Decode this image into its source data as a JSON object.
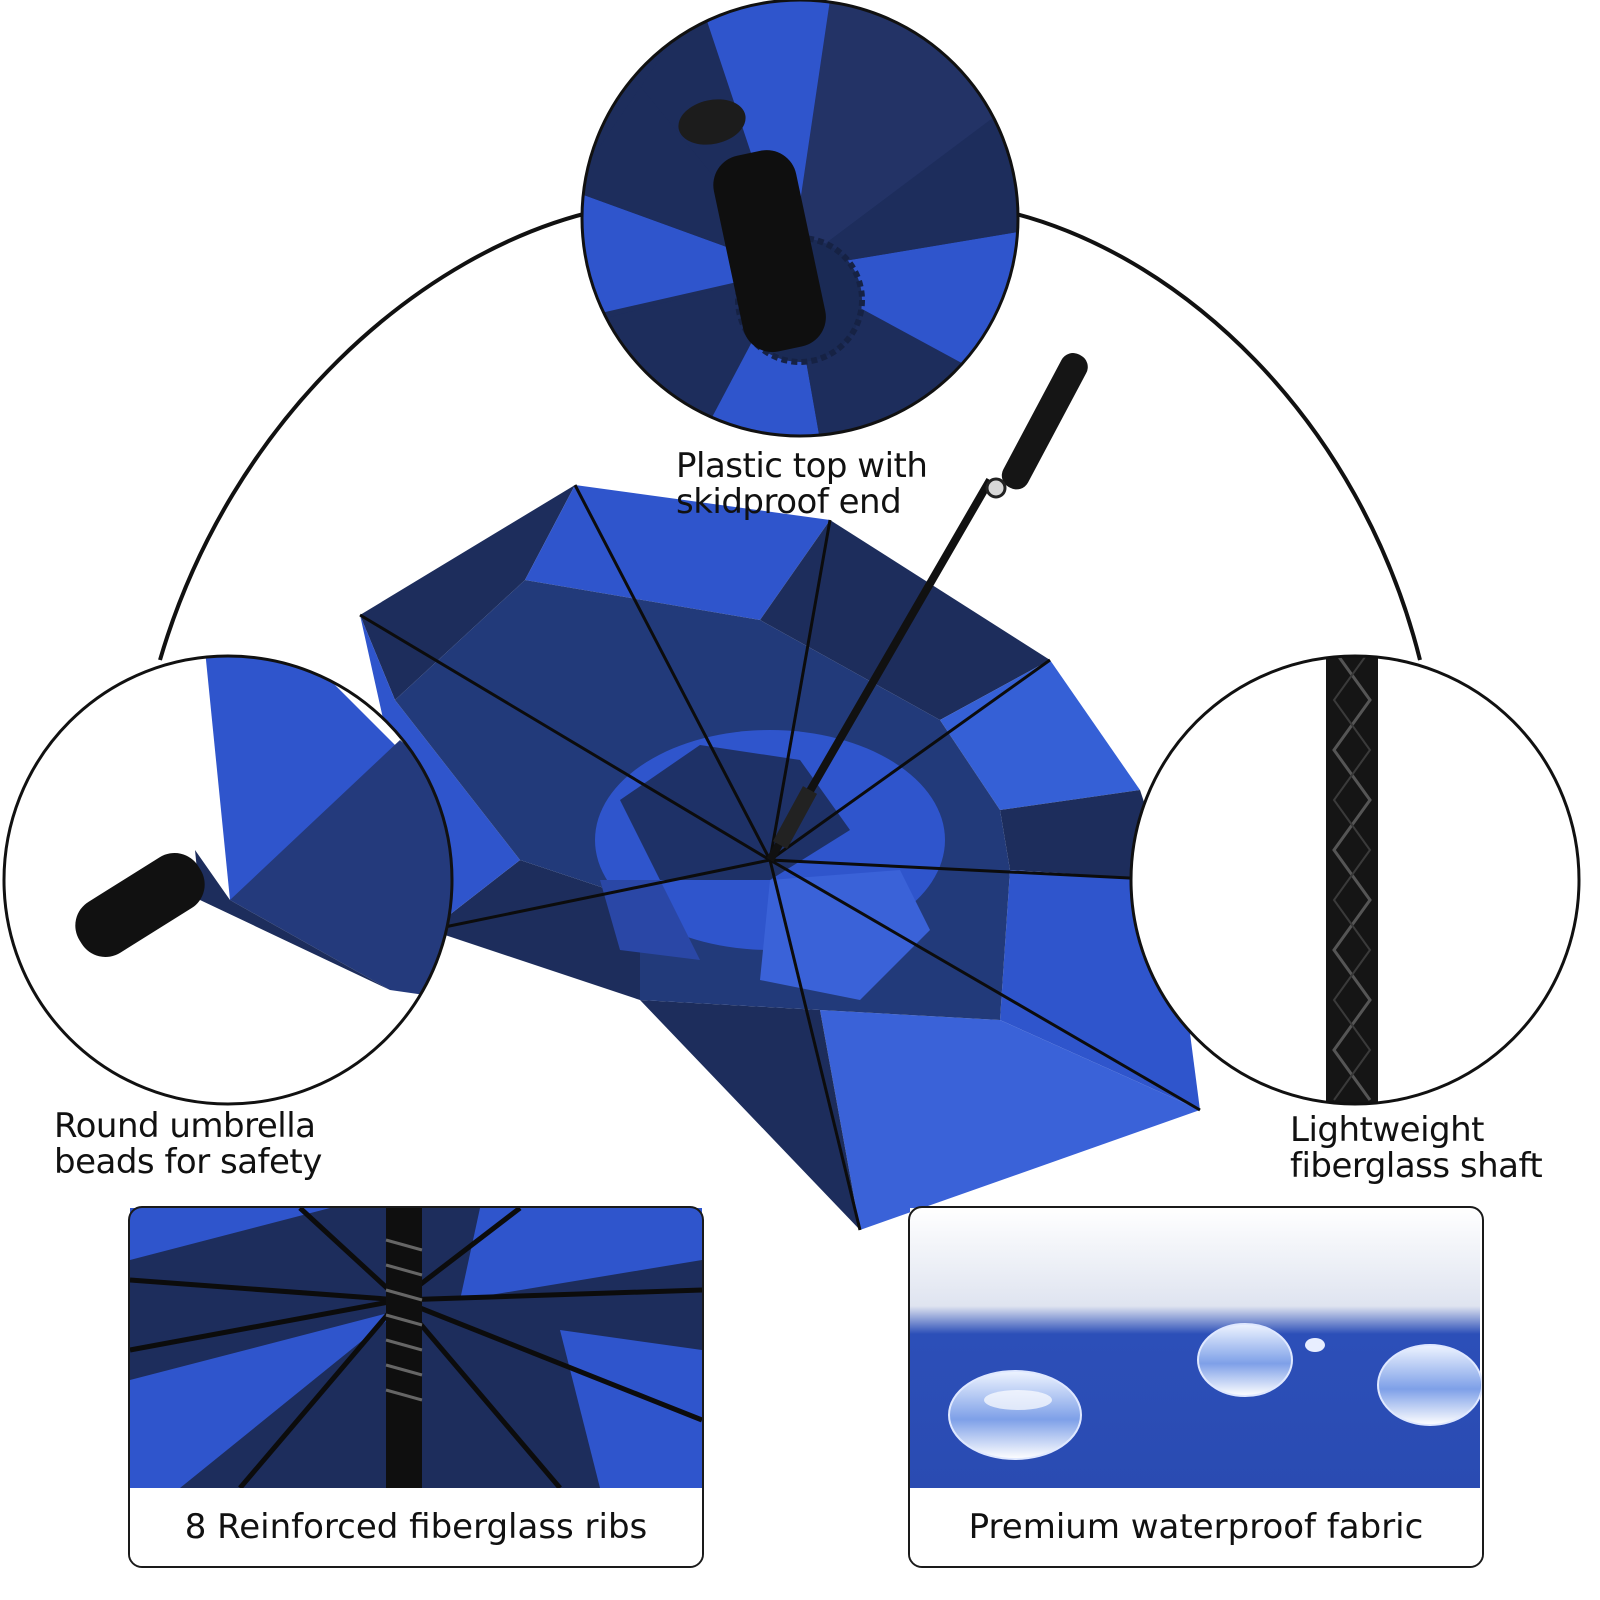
{
  "features": {
    "plastic_top": {
      "line1": "Plastic top with",
      "line2": "skidproof end"
    },
    "beads": {
      "line1": "Round umbrella",
      "line2": "beads for safety"
    },
    "shaft": {
      "line1": "Lightweight",
      "line2": "fiberglass shaft"
    },
    "ribs": {
      "label": "8 Reinforced fiberglass ribs"
    },
    "fabric": {
      "label": "Premium waterproof fabric"
    }
  },
  "colors": {
    "royal_blue": "#2f55cc",
    "navy": "#1d2d5c",
    "black": "#0e0e0e",
    "outline": "#1a1a1a"
  }
}
